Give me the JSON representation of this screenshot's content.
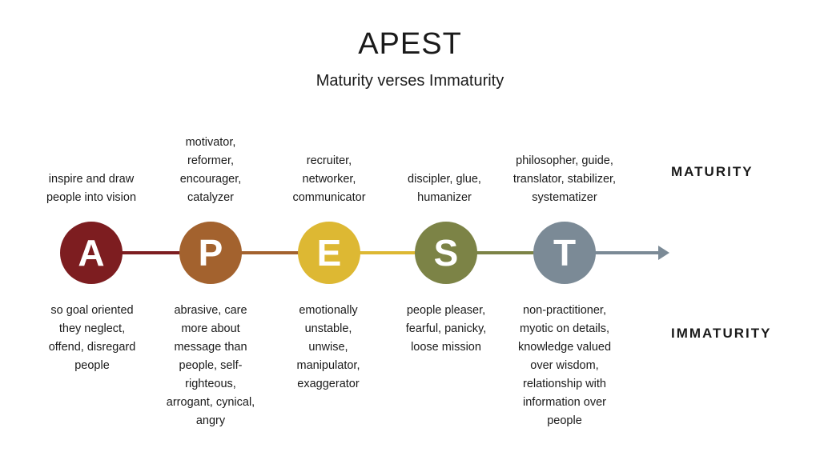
{
  "title": "APEST",
  "subtitle": "Maturity verses Immaturity",
  "labels": {
    "maturity": "MATURITY",
    "immaturity": "IMMATURITY"
  },
  "items": [
    {
      "letter": "A",
      "color": "#7d1d20",
      "top": "inspire and draw people into vision",
      "bottom": "so goal oriented they neglect, offend, disregard people"
    },
    {
      "letter": "P",
      "color": "#a3622e",
      "top": "motivator, reformer, encourager, catalyzer",
      "bottom": "abrasive, care more about message than people, self-righteous, arrogant, cynical, angry"
    },
    {
      "letter": "E",
      "color": "#ddb833",
      "top": "recruiter, networker, communicator",
      "bottom": "emotionally unstable, unwise, manipulator, exaggerator"
    },
    {
      "letter": "S",
      "color": "#7c8346",
      "top": "discipler, glue, humanizer",
      "bottom": "people pleaser, fearful, panicky, loose mission"
    },
    {
      "letter": "T",
      "color": "#7b8a96",
      "top": "philosopher, guide, translator, stabilizer, systematizer",
      "bottom": "non-practitioner, myotic on details, knowledge valued over wisdom, relationship with information over people"
    }
  ]
}
